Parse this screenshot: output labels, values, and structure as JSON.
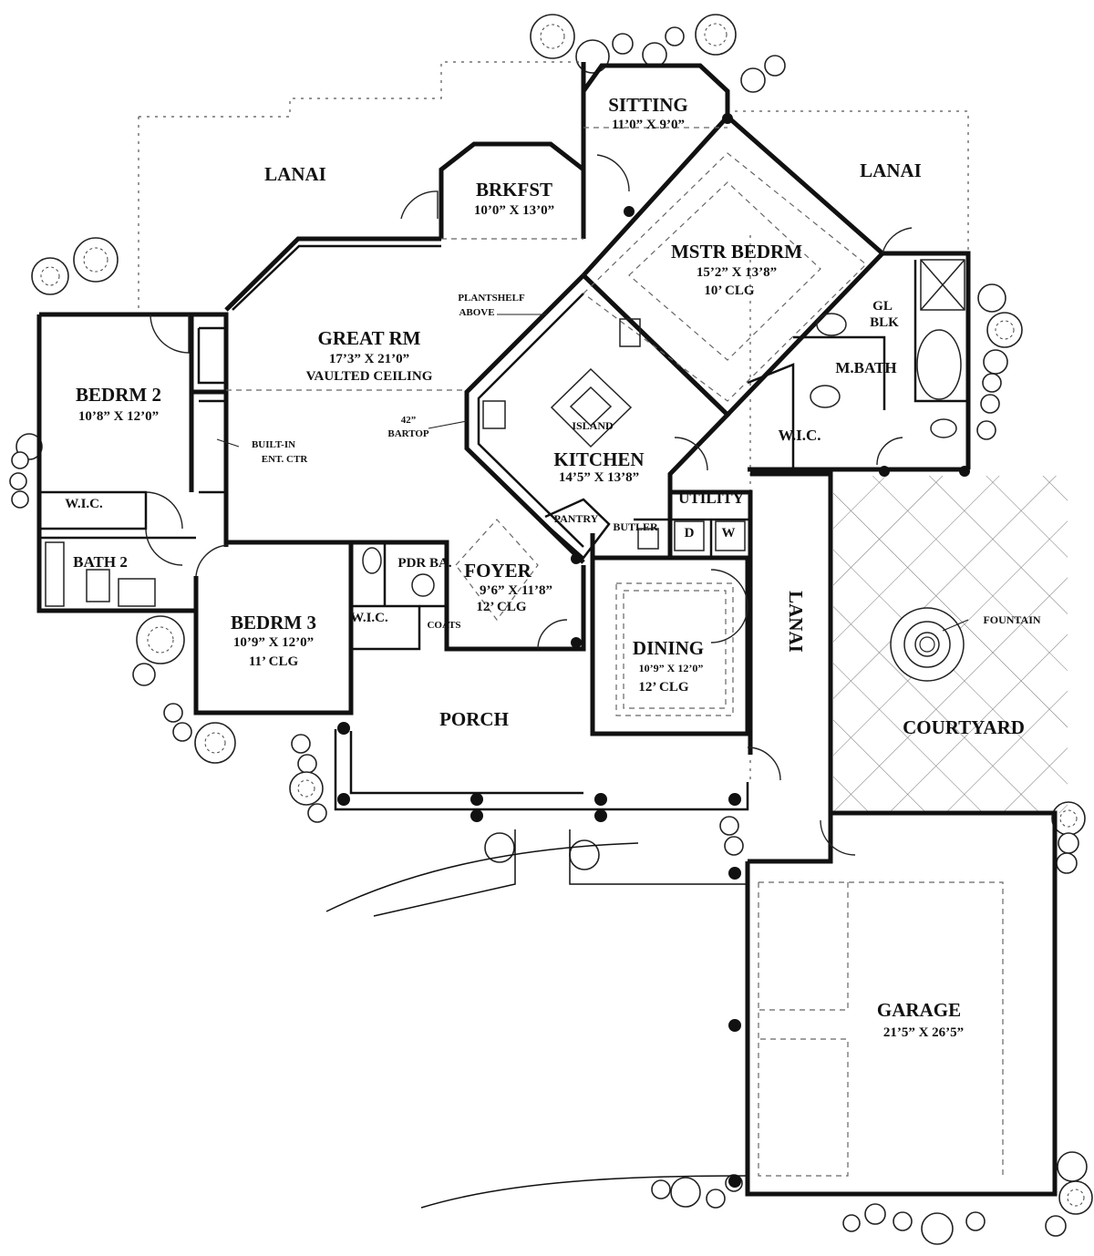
{
  "rooms": {
    "lanai_left": {
      "name": "LANAI"
    },
    "lanai_right": {
      "name": "LANAI"
    },
    "lanai_side": {
      "name": "LANAI"
    },
    "sitting": {
      "name": "SITTING",
      "dims": "11’0” X 9’0”"
    },
    "brkfst": {
      "name": "BRKFST",
      "dims": "10’0” X 13’0”"
    },
    "mstr_bedrm": {
      "name": "MSTR BEDRM",
      "dims": "15’2” X 13’8”",
      "ceiling": "10’ CLG"
    },
    "great_rm": {
      "name": "GREAT RM",
      "dims": "17’3” X 21’0”",
      "ceiling": "VAULTED CEILING"
    },
    "bedrm2": {
      "name": "BEDRM 2",
      "dims": "10’8” X 12’0”"
    },
    "bedrm2_wic": {
      "name": "W.I.C."
    },
    "bath2": {
      "name": "BATH 2"
    },
    "bedrm3": {
      "name": "BEDRM 3",
      "dims": "10’9” X 12’0”",
      "ceiling": "11’ CLG"
    },
    "bedrm3_wic": {
      "name": "W.I.C."
    },
    "kitchen": {
      "name": "KITCHEN",
      "dims": "14’5” X 13’8”"
    },
    "island": {
      "name": "ISLAND"
    },
    "pantry": {
      "name": "PANTRY"
    },
    "butler": {
      "name": "BUTLER"
    },
    "utility": {
      "name": "UTILITY"
    },
    "dryer": {
      "name": "D"
    },
    "washer": {
      "name": "W"
    },
    "m_bath": {
      "name": "M.BATH"
    },
    "m_wic": {
      "name": "W.I.C."
    },
    "foyer": {
      "name": "FOYER",
      "dims": "9’6” X 11’8”",
      "ceiling": "12’ CLG"
    },
    "pdr_ba": {
      "name": "PDR BA."
    },
    "coats": {
      "name": "COATS"
    },
    "dining": {
      "name": "DINING",
      "dims": "10’9” X 12’0”",
      "ceiling": "12’ CLG"
    },
    "porch": {
      "name": "PORCH"
    },
    "courtyard": {
      "name": "COURTYARD"
    },
    "garage": {
      "name": "GARAGE",
      "dims": "21’5” X 26’5”"
    }
  },
  "notes": {
    "plantshelf": [
      "PLANTSHELF",
      "ABOVE"
    ],
    "bartop": [
      "42”",
      "BARTOP"
    ],
    "built_in": [
      "BUILT-IN",
      "ENT. CTR"
    ],
    "gl_blk": [
      "GL",
      "BLK"
    ],
    "fountain": "FOUNTAIN"
  }
}
